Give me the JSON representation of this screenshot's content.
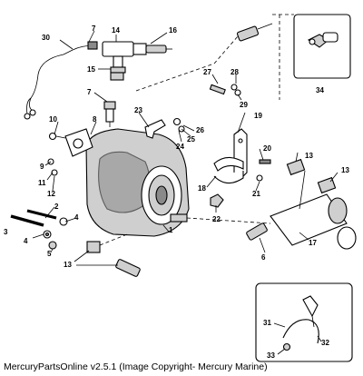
{
  "caption": "MercuryPartsOnline v2.5.1 (Image Copyright- Mercury Marine)",
  "callouts": [
    "1",
    "2",
    "3",
    "4",
    "5",
    "6",
    "7",
    "8",
    "9",
    "10",
    "11",
    "12",
    "13",
    "14",
    "15",
    "16",
    "17",
    "18",
    "19",
    "20",
    "21",
    "22",
    "23",
    "24",
    "25",
    "26",
    "27",
    "28",
    "29",
    "30",
    "31",
    "32",
    "33",
    "34"
  ]
}
